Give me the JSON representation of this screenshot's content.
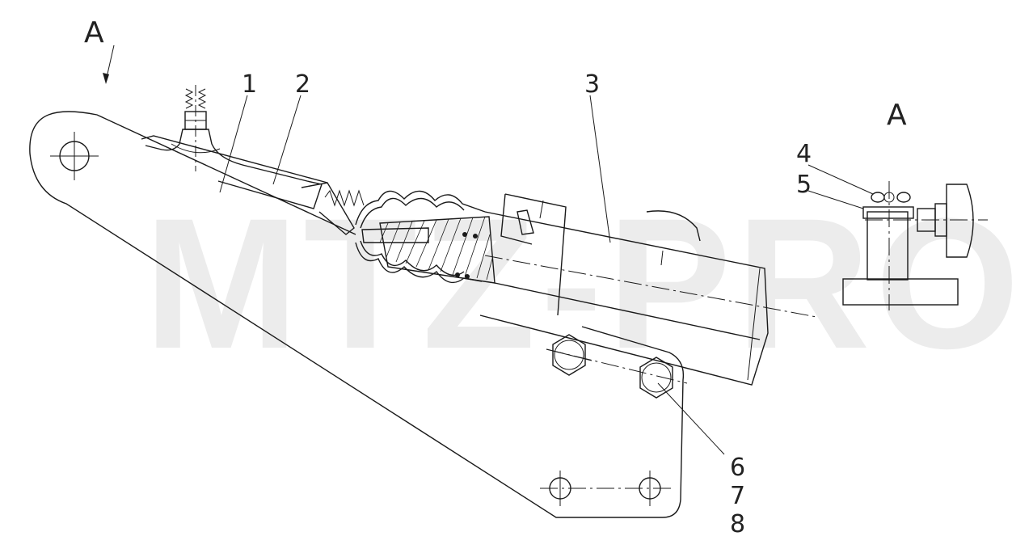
{
  "watermark": "MTZ-PRO",
  "view_marker_main": "A",
  "view_title": "A",
  "callouts": {
    "c1": "1",
    "c2": "2",
    "c3": "3",
    "c4": "4",
    "c5": "5",
    "c6": "6",
    "c7": "7",
    "c8": "8"
  }
}
